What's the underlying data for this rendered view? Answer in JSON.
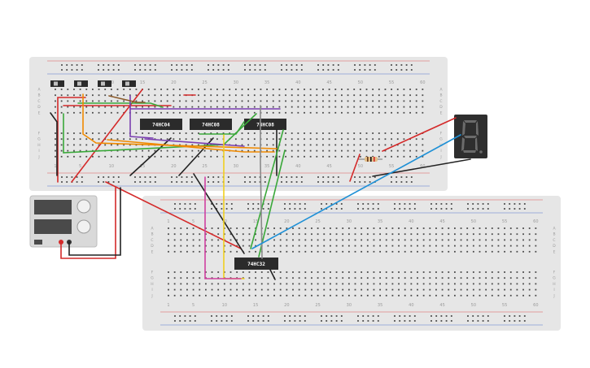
{
  "colors": {
    "breadboard": "#e6e6e6",
    "hole": "#4a4a4a",
    "chip": "#2b2b2b",
    "rail_red": "#e05555",
    "rail_blue": "#5577cc",
    "wire_red": "#d42a2a",
    "wire_green": "#3aa83a",
    "wire_orange": "#f08a00",
    "wire_purple": "#7a3fb0",
    "wire_yellow": "#f0d020",
    "wire_blue": "#1e90d6",
    "wire_black": "#222222",
    "wire_pink": "#d040a0",
    "wire_brown": "#8a5a2a",
    "wire_gray": "#8a8a8a",
    "display_bg": "#2e2e2e",
    "display_segment": "#6b6b6b"
  },
  "chips": {
    "top": [
      "74HC04",
      "74HC08",
      "74HC08"
    ],
    "bottom": "74HC32"
  },
  "breadboard_top": {
    "column_numbers": [
      "1",
      "5",
      "10",
      "15",
      "20",
      "25",
      "30",
      "35",
      "40",
      "45",
      "50",
      "55",
      "60"
    ],
    "row_letters": [
      "A",
      "B",
      "C",
      "D",
      "E",
      "F",
      "G",
      "H",
      "I",
      "J"
    ]
  },
  "breadboard_bottom": {
    "column_numbers": [
      "1",
      "5",
      "10",
      "15",
      "20",
      "25",
      "30",
      "35",
      "40",
      "45",
      "50",
      "55",
      "60"
    ],
    "row_letters": [
      "A",
      "B",
      "C",
      "D",
      "E",
      "F",
      "G",
      "H",
      "I",
      "J"
    ]
  },
  "display_icon": "seven-segment-display",
  "power_supply_icon": "bench-power-supply",
  "switch_icon": "slide-switch",
  "resistor_icon": "resistor"
}
